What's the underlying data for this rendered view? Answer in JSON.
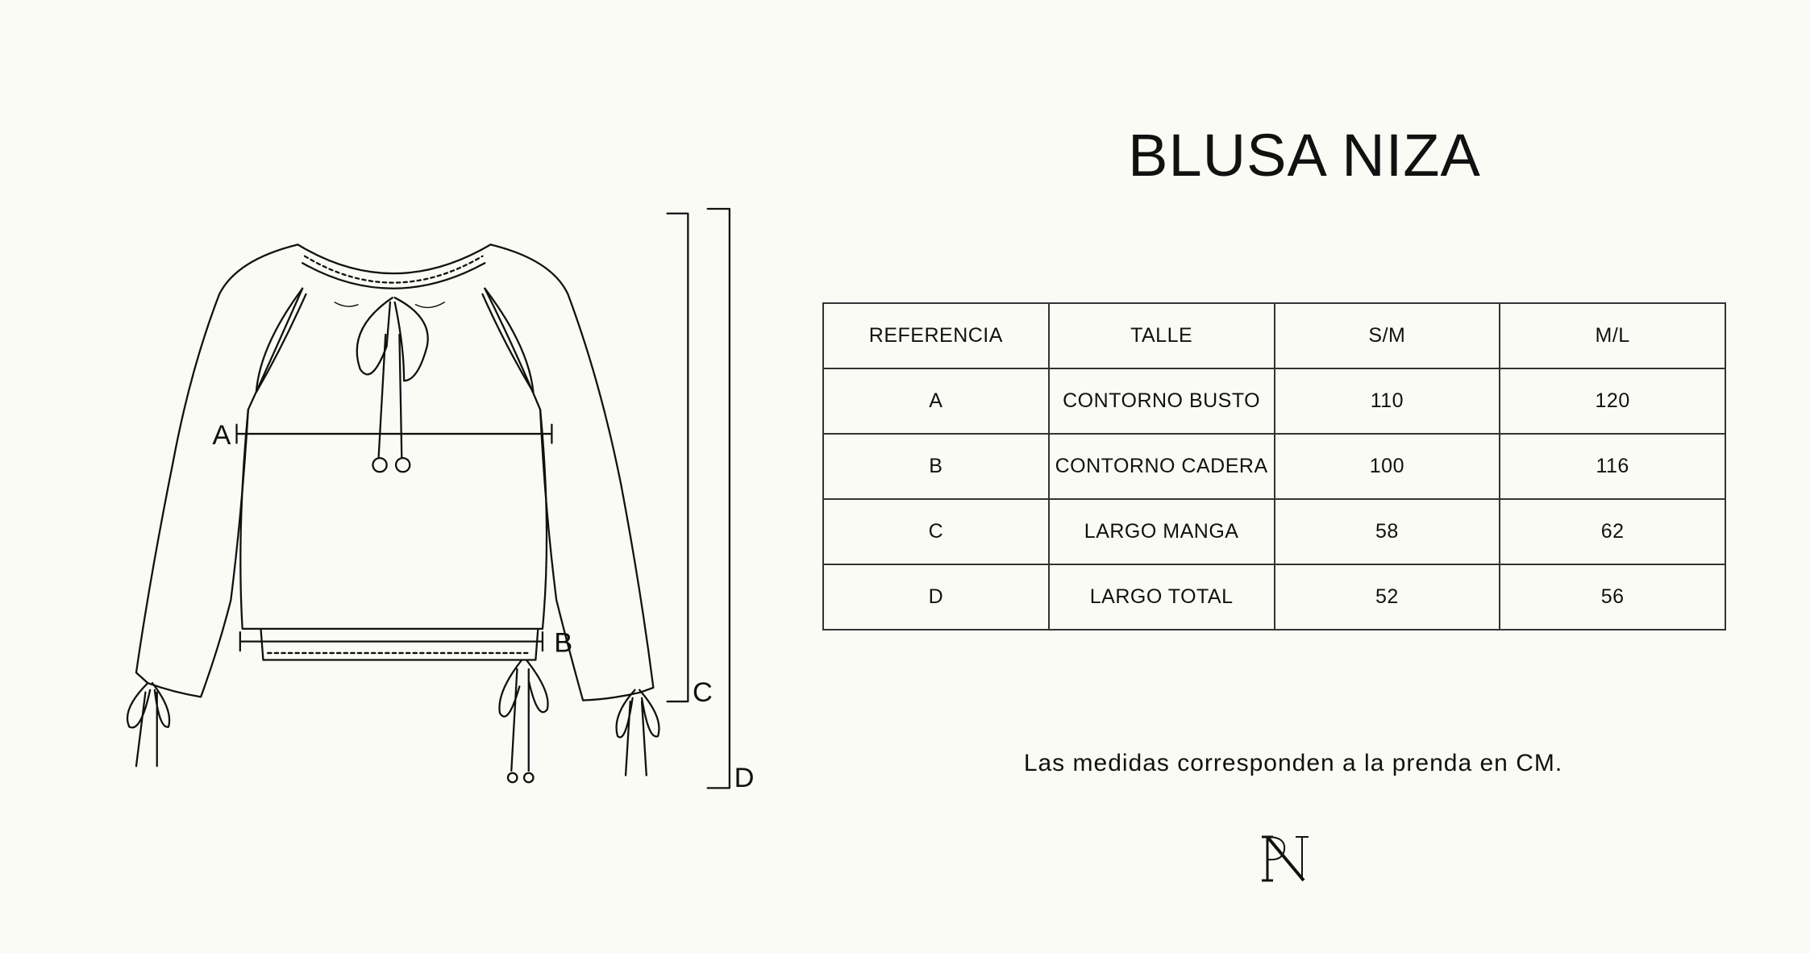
{
  "title": "BLUSA NIZA",
  "table": {
    "headers": [
      "REFERENCIA",
      "TALLE",
      "S/M",
      "M/L"
    ],
    "rows": [
      [
        "A",
        "CONTORNO BUSTO",
        "110",
        "120"
      ],
      [
        "B",
        "CONTORNO CADERA",
        "100",
        "116"
      ],
      [
        "C",
        "LARGO MANGA",
        "58",
        "62"
      ],
      [
        "D",
        "LARGO TOTAL",
        "52",
        "56"
      ]
    ]
  },
  "note": "Las medidas corresponden a la prenda en CM.",
  "diagram": {
    "labels": {
      "a": "A",
      "b": "B",
      "c": "C",
      "d": "D"
    }
  },
  "logo": {
    "text": "PN",
    "icon": "pn-monogram-logo"
  }
}
